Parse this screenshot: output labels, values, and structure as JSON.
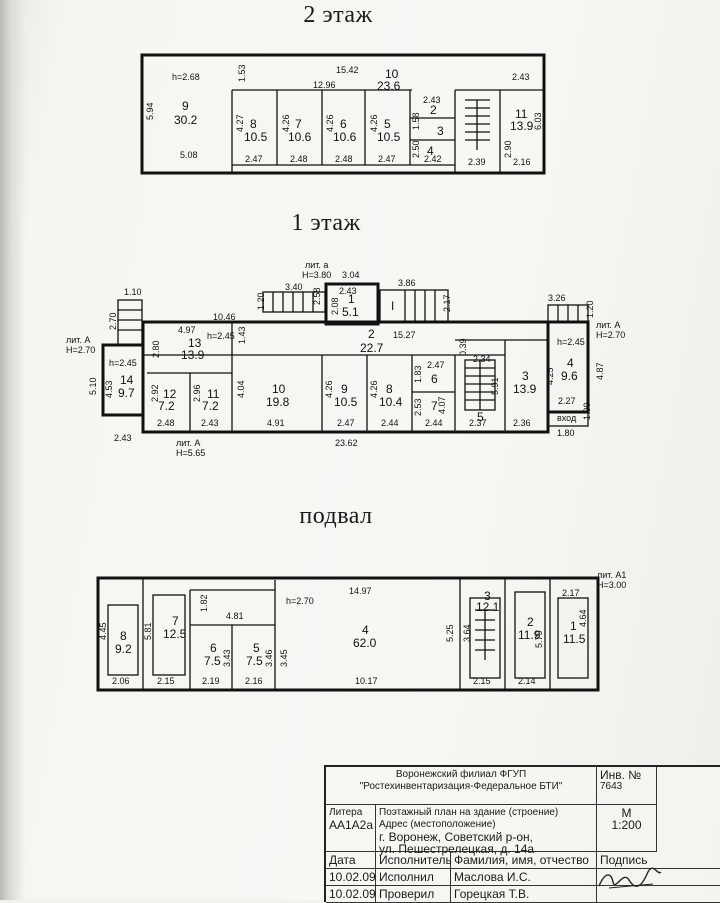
{
  "floors": {
    "second": {
      "title": "2 этаж",
      "rooms": [
        {
          "no": "9",
          "area": "30.2"
        },
        {
          "no": "8",
          "area": "10.5"
        },
        {
          "no": "7",
          "area": "10.6"
        },
        {
          "no": "6",
          "area": "10.6"
        },
        {
          "no": "5",
          "area": "10.5"
        },
        {
          "no": "10",
          "area": "23.6"
        },
        {
          "no": "2",
          "area": ""
        },
        {
          "no": "3",
          "area": ""
        },
        {
          "no": "4",
          "area": ""
        },
        {
          "no": "11",
          "area": "13.9"
        }
      ],
      "height": "h=2.68",
      "dims": [
        "15.42",
        "1.53",
        "12.96",
        "2.43",
        "5.94",
        "4.27",
        "4.26",
        "4.26",
        "4.26",
        "2.43",
        "1.58",
        "2.50",
        "2.90",
        "6.03",
        "5.08",
        "2.47",
        "2.48",
        "2.48",
        "2.47",
        "2.42",
        "2.39",
        "2.16"
      ]
    },
    "first": {
      "title": "1 этаж",
      "rooms": [
        {
          "no": "1",
          "area": "5.1"
        },
        {
          "no": "I",
          "area": ""
        },
        {
          "no": "2",
          "area": "22.7"
        },
        {
          "no": "13",
          "area": "13.9"
        },
        {
          "no": "14",
          "area": "9.7"
        },
        {
          "no": "12",
          "area": "7.2"
        },
        {
          "no": "11",
          "area": "7.2"
        },
        {
          "no": "10",
          "area": "19.8"
        },
        {
          "no": "9",
          "area": "10.5"
        },
        {
          "no": "8",
          "area": "10.4"
        },
        {
          "no": "6",
          "area": ""
        },
        {
          "no": "7",
          "area": ""
        },
        {
          "no": "5",
          "area": ""
        },
        {
          "no": "3",
          "area": "13.9"
        },
        {
          "no": "4",
          "area": "9.6"
        }
      ],
      "labels": {
        "lit_a_top": "лит. а",
        "h_top": "H=3.80",
        "lit_a_left": "лит. А",
        "h_left": "H=2.70",
        "lit_a_right": "лит. А",
        "h_right": "H=2.70",
        "lit_a_bottom": "лит. А",
        "h_bottom": "H=5.65",
        "entrance": "вход",
        "h1": "h=2.45",
        "h2": "h=2.45",
        "h3": "h=2.45"
      },
      "dims": [
        "3.04",
        "3.86",
        "1.10",
        "3.40",
        "2.43",
        "2.08",
        "2.58",
        "2.17",
        "3.26",
        "1.20",
        "2.70",
        "10.46",
        "4.97",
        "15.27",
        "1.20",
        "2.80",
        "1.43",
        "2.34",
        "2.47",
        "0.39",
        "5.10",
        "4.53",
        "2.92",
        "2.96",
        "4.04",
        "4.26",
        "4.26",
        "1.83",
        "2.53",
        "4.07",
        "5.91",
        "4.25",
        "4.87",
        "2.27",
        "1.00",
        "2.48",
        "2.43",
        "4.91",
        "2.47",
        "2.44",
        "2.44",
        "2.37",
        "2.36",
        "1.80",
        "2.43",
        "23.62"
      ]
    },
    "basement": {
      "title": "подвал",
      "rooms": [
        {
          "no": "8",
          "area": "9.2"
        },
        {
          "no": "7",
          "area": "12.5"
        },
        {
          "no": "6",
          "area": "7.5"
        },
        {
          "no": "5",
          "area": "7.5"
        },
        {
          "no": "4",
          "area": "62.0"
        },
        {
          "no": "3",
          "area": "12.1"
        },
        {
          "no": "2",
          "area": "11.9"
        },
        {
          "no": "1",
          "area": "11.5"
        }
      ],
      "labels": {
        "lit": "лит. А1",
        "h": "H=3.00",
        "hroom": "h=2.70"
      },
      "dims": [
        "14.97",
        "1.82",
        "4.81",
        "2.17",
        "4.45",
        "5.81",
        "3.43",
        "3.46",
        "3.45",
        "5.25",
        "3.64",
        "5.79",
        "4.64",
        "2.06",
        "2.15",
        "2.19",
        "2.16",
        "10.17",
        "2.15",
        "2.14"
      ]
    }
  },
  "stamp": {
    "org_line1": "Воронежский филиал ФГУП",
    "org_line2": "\"Ростехинвентаризация-Федеральное БТИ\"",
    "inv_label": "Инв. №",
    "inv_value": "7643",
    "litera_label": "Литера",
    "litera_value": "АА1А2а",
    "plan_line": "Поэтажный план на здание (строение)",
    "addr_label": "Адрес (местоположение)",
    "addr_line1": "г. Воронеж, Советский р-он,",
    "addr_line2": "ул. Пешестрелецкая, д. 14а",
    "scale_label": "М",
    "scale_value": "1:200",
    "col_date": "Дата",
    "col_executor": "Исполнитель",
    "col_name": "Фамилия, имя, отчество",
    "col_sign": "Подпись",
    "rows": [
      {
        "date": "10.02.09",
        "role": "Исполнил",
        "name": "Маслова И.С."
      },
      {
        "date": "10.02.09",
        "role": "Проверил",
        "name": "Горецкая Т.В."
      }
    ]
  }
}
